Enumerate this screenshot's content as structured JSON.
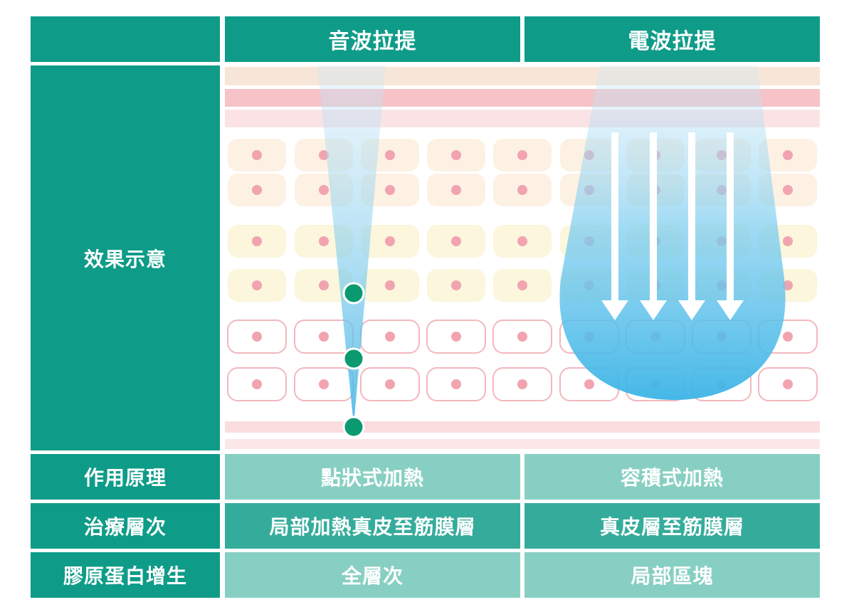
{
  "header": {
    "col1": "音波拉提",
    "col2": "電波拉提"
  },
  "rows": [
    {
      "label": "效果示意"
    },
    {
      "label": "作用原理",
      "col1": "點狀式加熱",
      "col2": "容積式加熱"
    },
    {
      "label": "治療層次",
      "col1": "局部加熱真皮至筋膜層",
      "col2": "真皮層至筋膜層"
    },
    {
      "label": "膠原蛋白增生",
      "col1": "全層次",
      "col2": "局部區塊"
    }
  ],
  "colors": {
    "header_bg": "#0e9c88",
    "cell_light": "#88cfc3",
    "cell_mid": "#35ac9b",
    "focus_dot": "#0b9a70",
    "beam_blue": "#4cb8e6"
  },
  "diagram": {
    "ultrasound_focus_points": 3,
    "rf_arrows": 4,
    "icons": [
      "ultrasound-beam",
      "focus-point",
      "rf-beam",
      "down-arrow"
    ]
  }
}
